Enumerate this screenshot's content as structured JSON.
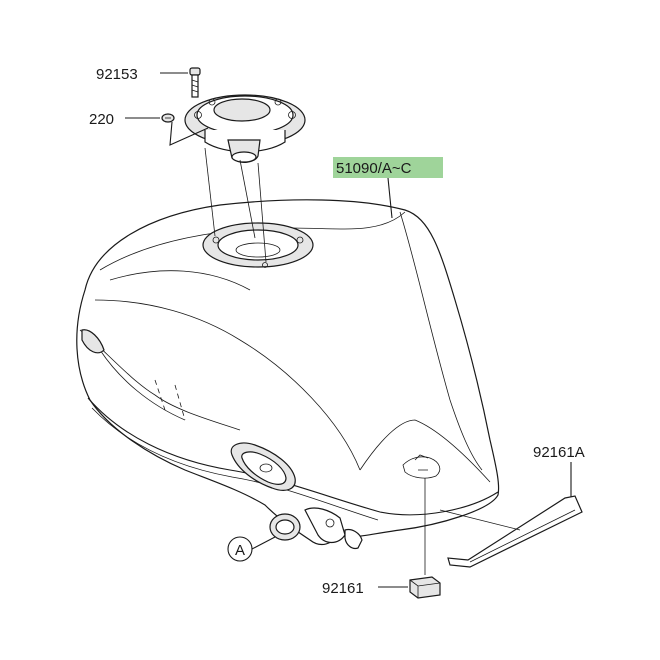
{
  "labels": {
    "p92153": "92153",
    "p220": "220",
    "p51090": "51090/A~C",
    "p92161A": "92161A",
    "p92161": "92161",
    "refA": "A"
  },
  "colors": {
    "highlight": "#9fd49a",
    "line": "#1a1a1a",
    "shade": "#e6e6e6"
  }
}
